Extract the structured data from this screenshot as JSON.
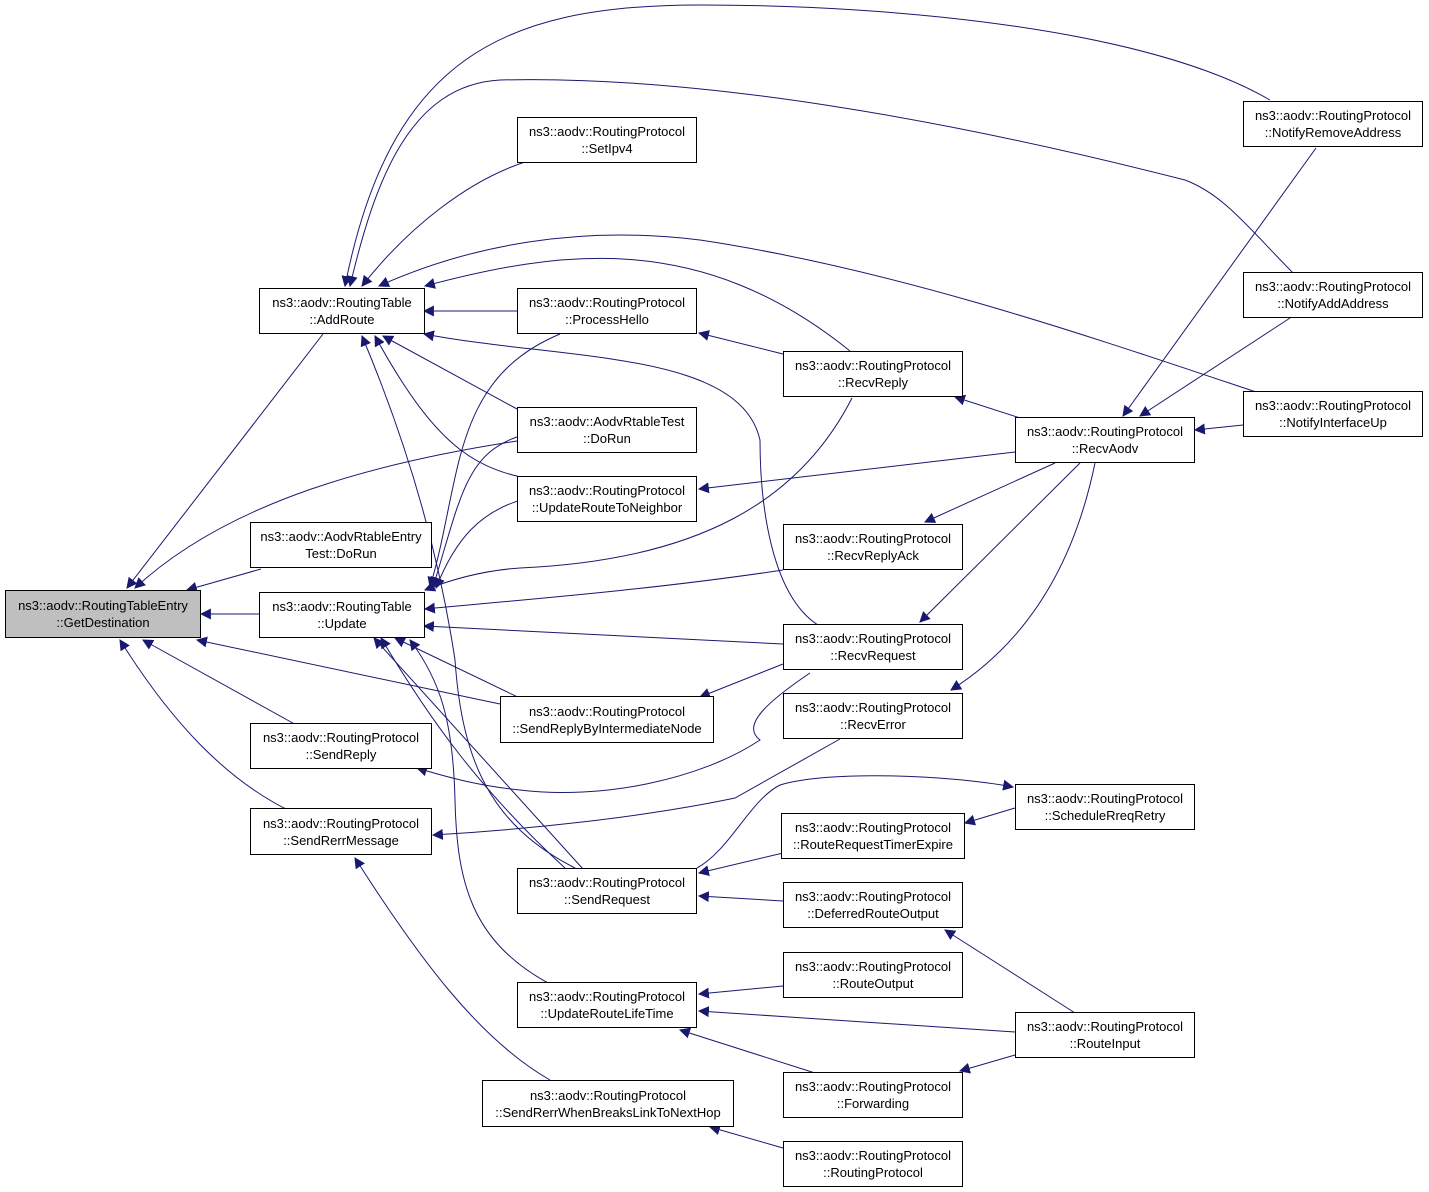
{
  "colors": {
    "edge": "#191970",
    "node_border": "#000000",
    "root_fill": "#bfbfbf",
    "node_fill": "#ffffff"
  },
  "nodes": {
    "getdest": {
      "line1": "ns3::aodv::RoutingTableEntry",
      "line2": "::GetDestination"
    },
    "addroute": {
      "line1": "ns3::aodv::RoutingTable",
      "line2": "::AddRoute"
    },
    "rtentrytest": {
      "line1": "ns3::aodv::AodvRtableEntry",
      "line2": "Test::DoRun"
    },
    "update": {
      "line1": "ns3::aodv::RoutingTable",
      "line2": "::Update"
    },
    "sendreply": {
      "line1": "ns3::aodv::RoutingProtocol",
      "line2": "::SendReply"
    },
    "sendrerrmsg": {
      "line1": "ns3::aodv::RoutingProtocol",
      "line2": "::SendRerrMessage"
    },
    "setipv4": {
      "line1": "ns3::aodv::RoutingProtocol",
      "line2": "::SetIpv4"
    },
    "processhello": {
      "line1": "ns3::aodv::RoutingProtocol",
      "line2": "::ProcessHello"
    },
    "rtabletest": {
      "line1": "ns3::aodv::AodvRtableTest",
      "line2": "::DoRun"
    },
    "updneighbor": {
      "line1": "ns3::aodv::RoutingProtocol",
      "line2": "::UpdateRouteToNeighbor"
    },
    "sendreplyint": {
      "line1": "ns3::aodv::RoutingProtocol",
      "line2": "::SendReplyByIntermediateNode"
    },
    "sendrequest": {
      "line1": "ns3::aodv::RoutingProtocol",
      "line2": "::SendRequest"
    },
    "updlifetime": {
      "line1": "ns3::aodv::RoutingProtocol",
      "line2": "::UpdateRouteLifeTime"
    },
    "sendrerrbreak": {
      "line1": "ns3::aodv::RoutingProtocol",
      "line2": "::SendRerrWhenBreaksLinkToNextHop"
    },
    "recvreply": {
      "line1": "ns3::aodv::RoutingProtocol",
      "line2": "::RecvReply"
    },
    "recvreplyack": {
      "line1": "ns3::aodv::RoutingProtocol",
      "line2": "::RecvReplyAck"
    },
    "recvrequest": {
      "line1": "ns3::aodv::RoutingProtocol",
      "line2": "::RecvRequest"
    },
    "recverror": {
      "line1": "ns3::aodv::RoutingProtocol",
      "line2": "::RecvError"
    },
    "rreqtimer": {
      "line1": "ns3::aodv::RoutingProtocol",
      "line2": "::RouteRequestTimerExpire"
    },
    "deferred": {
      "line1": "ns3::aodv::RoutingProtocol",
      "line2": "::DeferredRouteOutput"
    },
    "routeoutput": {
      "line1": "ns3::aodv::RoutingProtocol",
      "line2": "::RouteOutput"
    },
    "forwarding": {
      "line1": "ns3::aodv::RoutingProtocol",
      "line2": "::Forwarding"
    },
    "routingproto": {
      "line1": "ns3::aodv::RoutingProtocol",
      "line2": "::RoutingProtocol"
    },
    "recvaodv": {
      "line1": "ns3::aodv::RoutingProtocol",
      "line2": "::RecvAodv"
    },
    "schedretry": {
      "line1": "ns3::aodv::RoutingProtocol",
      "line2": "::ScheduleRreqRetry"
    },
    "routeinput": {
      "line1": "ns3::aodv::RoutingProtocol",
      "line2": "::RouteInput"
    },
    "notifyremove": {
      "line1": "ns3::aodv::RoutingProtocol",
      "line2": "::NotifyRemoveAddress"
    },
    "notifyadd": {
      "line1": "ns3::aodv::RoutingProtocol",
      "line2": "::NotifyAddAddress"
    },
    "notifyup": {
      "line1": "ns3::aodv::RoutingProtocol",
      "line2": "::NotifyInterfaceUp"
    }
  }
}
